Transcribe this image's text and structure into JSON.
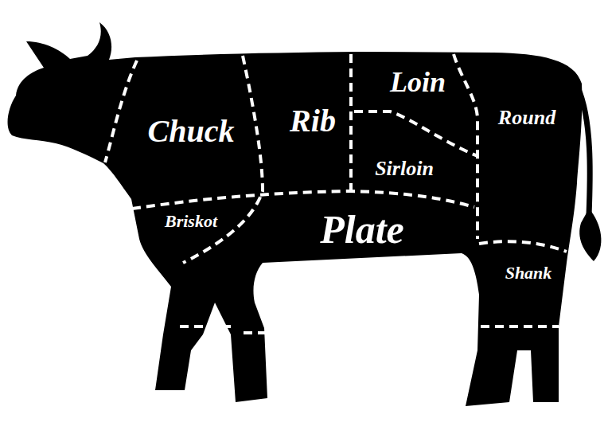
{
  "diagram": {
    "labels": [
      "Chuck",
      "Rib",
      "Loin",
      "Round",
      "Sirloin",
      "Briskot",
      "Plate",
      "Shank"
    ]
  }
}
